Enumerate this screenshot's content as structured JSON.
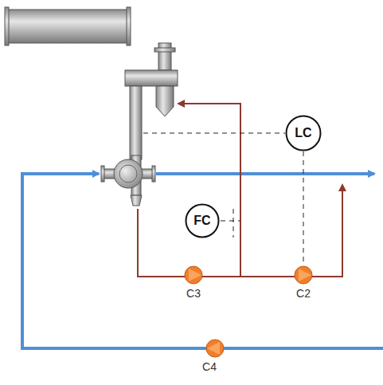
{
  "diagram": {
    "nodes": [
      {
        "text": [
          "LC"
        ]
      },
      {
        "text": [
          "FC"
        ]
      }
    ],
    "labels": [
      "C3",
      "C2",
      "C4"
    ]
  }
}
